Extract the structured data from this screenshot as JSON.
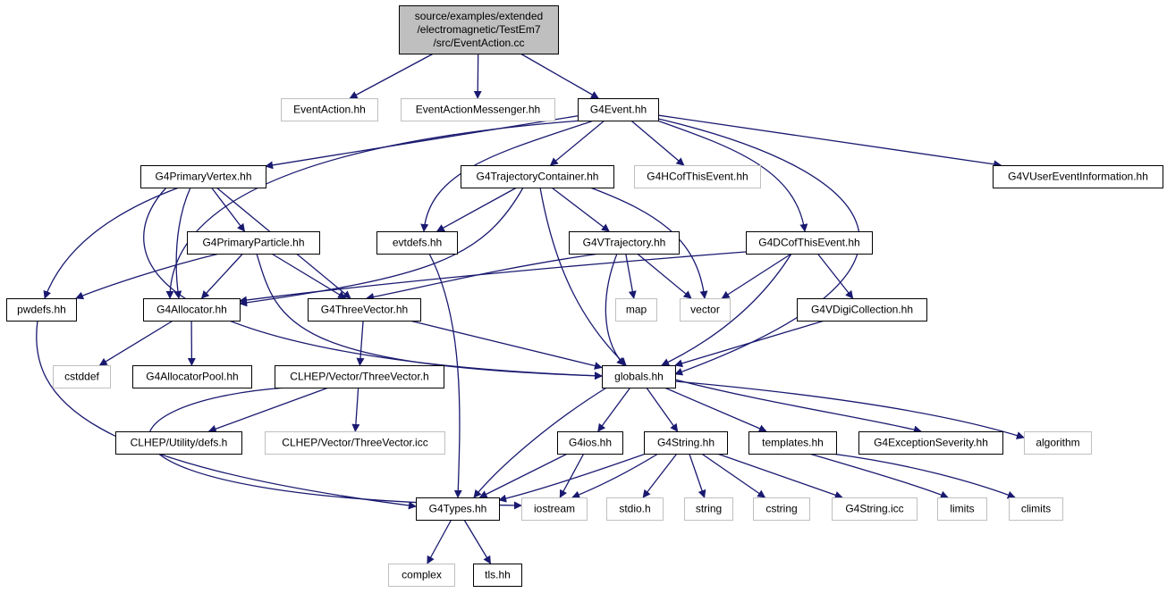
{
  "colors": {
    "edge": "#191970",
    "root_fill": "#bfbfbf",
    "node_border": "#000000",
    "external_border": "#bfbfbf",
    "text": "#000000",
    "background": "#ffffff"
  },
  "nodes": [
    {
      "id": "root",
      "kind": "root",
      "lines": [
        "source/examples/extended",
        "/electromagnetic/TestEm7",
        "/src/EventAction.cc"
      ]
    },
    {
      "id": "eventaction",
      "kind": "external",
      "lines": [
        "EventAction.hh"
      ]
    },
    {
      "id": "eventactionmessenger",
      "kind": "external",
      "lines": [
        "EventActionMessenger.hh"
      ]
    },
    {
      "id": "g4event",
      "kind": "file",
      "lines": [
        "G4Event.hh"
      ]
    },
    {
      "id": "g4primaryvertex",
      "kind": "file",
      "lines": [
        "G4PrimaryVertex.hh"
      ]
    },
    {
      "id": "g4trajectorycontainer",
      "kind": "file",
      "lines": [
        "G4TrajectoryContainer.hh"
      ]
    },
    {
      "id": "g4hcofthisevent",
      "kind": "external",
      "lines": [
        "G4HCofThisEvent.hh"
      ]
    },
    {
      "id": "g4vusereventinformation",
      "kind": "file",
      "lines": [
        "G4VUserEventInformation.hh"
      ]
    },
    {
      "id": "g4primaryparticle",
      "kind": "file",
      "lines": [
        "G4PrimaryParticle.hh"
      ]
    },
    {
      "id": "evtdefs",
      "kind": "file",
      "lines": [
        "evtdefs.hh"
      ]
    },
    {
      "id": "g4vtrajectory",
      "kind": "file",
      "lines": [
        "G4VTrajectory.hh"
      ]
    },
    {
      "id": "g4dcofthisevent",
      "kind": "file",
      "lines": [
        "G4DCofThisEvent.hh"
      ]
    },
    {
      "id": "pwdefs",
      "kind": "file",
      "lines": [
        "pwdefs.hh"
      ]
    },
    {
      "id": "g4allocator",
      "kind": "file",
      "lines": [
        "G4Allocator.hh"
      ]
    },
    {
      "id": "g4threevector",
      "kind": "file",
      "lines": [
        "G4ThreeVector.hh"
      ]
    },
    {
      "id": "map",
      "kind": "external",
      "lines": [
        "map"
      ]
    },
    {
      "id": "vector",
      "kind": "external",
      "lines": [
        "vector"
      ]
    },
    {
      "id": "g4vdigicollection",
      "kind": "file",
      "lines": [
        "G4VDigiCollection.hh"
      ]
    },
    {
      "id": "cstddef",
      "kind": "external",
      "lines": [
        "cstddef"
      ]
    },
    {
      "id": "g4allocatorpool",
      "kind": "file",
      "lines": [
        "G4AllocatorPool.hh"
      ]
    },
    {
      "id": "clhepthreevector",
      "kind": "file",
      "lines": [
        "CLHEP/Vector/ThreeVector.h"
      ]
    },
    {
      "id": "globals",
      "kind": "file",
      "lines": [
        "globals.hh"
      ]
    },
    {
      "id": "clhepdefs",
      "kind": "file",
      "lines": [
        "CLHEP/Utility/defs.h"
      ]
    },
    {
      "id": "clhepthreevectoricc",
      "kind": "external",
      "lines": [
        "CLHEP/Vector/ThreeVector.icc"
      ]
    },
    {
      "id": "g4ios",
      "kind": "file",
      "lines": [
        "G4ios.hh"
      ]
    },
    {
      "id": "g4string",
      "kind": "file",
      "lines": [
        "G4String.hh"
      ]
    },
    {
      "id": "templates",
      "kind": "file",
      "lines": [
        "templates.hh"
      ]
    },
    {
      "id": "g4exceptionseverity",
      "kind": "file",
      "lines": [
        "G4ExceptionSeverity.hh"
      ]
    },
    {
      "id": "algorithm",
      "kind": "external",
      "lines": [
        "algorithm"
      ]
    },
    {
      "id": "g4types",
      "kind": "file",
      "lines": [
        "G4Types.hh"
      ]
    },
    {
      "id": "iostream",
      "kind": "external",
      "lines": [
        "iostream"
      ]
    },
    {
      "id": "stdio",
      "kind": "external",
      "lines": [
        "stdio.h"
      ]
    },
    {
      "id": "string",
      "kind": "external",
      "lines": [
        "string"
      ]
    },
    {
      "id": "cstring",
      "kind": "external",
      "lines": [
        "cstring"
      ]
    },
    {
      "id": "g4stringicc",
      "kind": "external",
      "lines": [
        "G4String.icc"
      ]
    },
    {
      "id": "limits",
      "kind": "external",
      "lines": [
        "limits"
      ]
    },
    {
      "id": "climits",
      "kind": "external",
      "lines": [
        "climits"
      ]
    },
    {
      "id": "complex",
      "kind": "external",
      "lines": [
        "complex"
      ]
    },
    {
      "id": "tls",
      "kind": "file",
      "lines": [
        "tls.hh"
      ]
    }
  ],
  "edges": [
    {
      "from": "root",
      "to": "eventaction"
    },
    {
      "from": "root",
      "to": "eventactionmessenger"
    },
    {
      "from": "root",
      "to": "g4event"
    },
    {
      "from": "g4event",
      "to": "g4primaryvertex"
    },
    {
      "from": "g4event",
      "to": "g4trajectorycontainer"
    },
    {
      "from": "g4event",
      "to": "g4hcofthisevent"
    },
    {
      "from": "g4event",
      "to": "g4vusereventinformation"
    },
    {
      "from": "g4event",
      "to": "evtdefs"
    },
    {
      "from": "g4event",
      "to": "g4dcofthisevent"
    },
    {
      "from": "g4event",
      "to": "g4allocator"
    },
    {
      "from": "g4event",
      "to": "globals"
    },
    {
      "from": "g4primaryvertex",
      "to": "g4primaryparticle"
    },
    {
      "from": "g4primaryvertex",
      "to": "pwdefs"
    },
    {
      "from": "g4primaryvertex",
      "to": "g4allocator"
    },
    {
      "from": "g4primaryvertex",
      "to": "g4threevector"
    },
    {
      "from": "g4primaryvertex",
      "to": "globals"
    },
    {
      "from": "g4primaryparticle",
      "to": "pwdefs"
    },
    {
      "from": "g4primaryparticle",
      "to": "g4allocator"
    },
    {
      "from": "g4primaryparticle",
      "to": "g4threevector"
    },
    {
      "from": "g4primaryparticle",
      "to": "globals"
    },
    {
      "from": "g4trajectorycontainer",
      "to": "evtdefs"
    },
    {
      "from": "g4trajectorycontainer",
      "to": "g4vtrajectory"
    },
    {
      "from": "g4trajectorycontainer",
      "to": "vector"
    },
    {
      "from": "g4trajectorycontainer",
      "to": "g4allocator"
    },
    {
      "from": "g4trajectorycontainer",
      "to": "globals"
    },
    {
      "from": "g4vtrajectory",
      "to": "map"
    },
    {
      "from": "g4vtrajectory",
      "to": "vector"
    },
    {
      "from": "g4vtrajectory",
      "to": "g4threevector"
    },
    {
      "from": "g4vtrajectory",
      "to": "globals"
    },
    {
      "from": "g4dcofthisevent",
      "to": "vector"
    },
    {
      "from": "g4dcofthisevent",
      "to": "g4vdigicollection"
    },
    {
      "from": "g4dcofthisevent",
      "to": "g4allocator"
    },
    {
      "from": "g4dcofthisevent",
      "to": "globals"
    },
    {
      "from": "g4vdigicollection",
      "to": "globals"
    },
    {
      "from": "evtdefs",
      "to": "g4types"
    },
    {
      "from": "pwdefs",
      "to": "g4types"
    },
    {
      "from": "g4allocator",
      "to": "cstddef"
    },
    {
      "from": "g4allocator",
      "to": "g4allocatorpool"
    },
    {
      "from": "g4threevector",
      "to": "clhepthreevector"
    },
    {
      "from": "g4threevector",
      "to": "globals"
    },
    {
      "from": "clhepthreevector",
      "to": "clhepdefs"
    },
    {
      "from": "clhepthreevector",
      "to": "clhepthreevectoricc"
    },
    {
      "from": "clhepthreevector",
      "to": "iostream"
    },
    {
      "from": "globals",
      "to": "g4ios"
    },
    {
      "from": "globals",
      "to": "g4string"
    },
    {
      "from": "globals",
      "to": "templates"
    },
    {
      "from": "globals",
      "to": "g4exceptionseverity"
    },
    {
      "from": "globals",
      "to": "algorithm"
    },
    {
      "from": "globals",
      "to": "g4types"
    },
    {
      "from": "g4ios",
      "to": "g4types"
    },
    {
      "from": "g4ios",
      "to": "iostream"
    },
    {
      "from": "g4string",
      "to": "g4types"
    },
    {
      "from": "g4string",
      "to": "iostream"
    },
    {
      "from": "g4string",
      "to": "stdio"
    },
    {
      "from": "g4string",
      "to": "string"
    },
    {
      "from": "g4string",
      "to": "cstring"
    },
    {
      "from": "g4string",
      "to": "g4stringicc"
    },
    {
      "from": "templates",
      "to": "limits"
    },
    {
      "from": "templates",
      "to": "climits"
    },
    {
      "from": "g4types",
      "to": "complex"
    },
    {
      "from": "g4types",
      "to": "tls"
    }
  ]
}
